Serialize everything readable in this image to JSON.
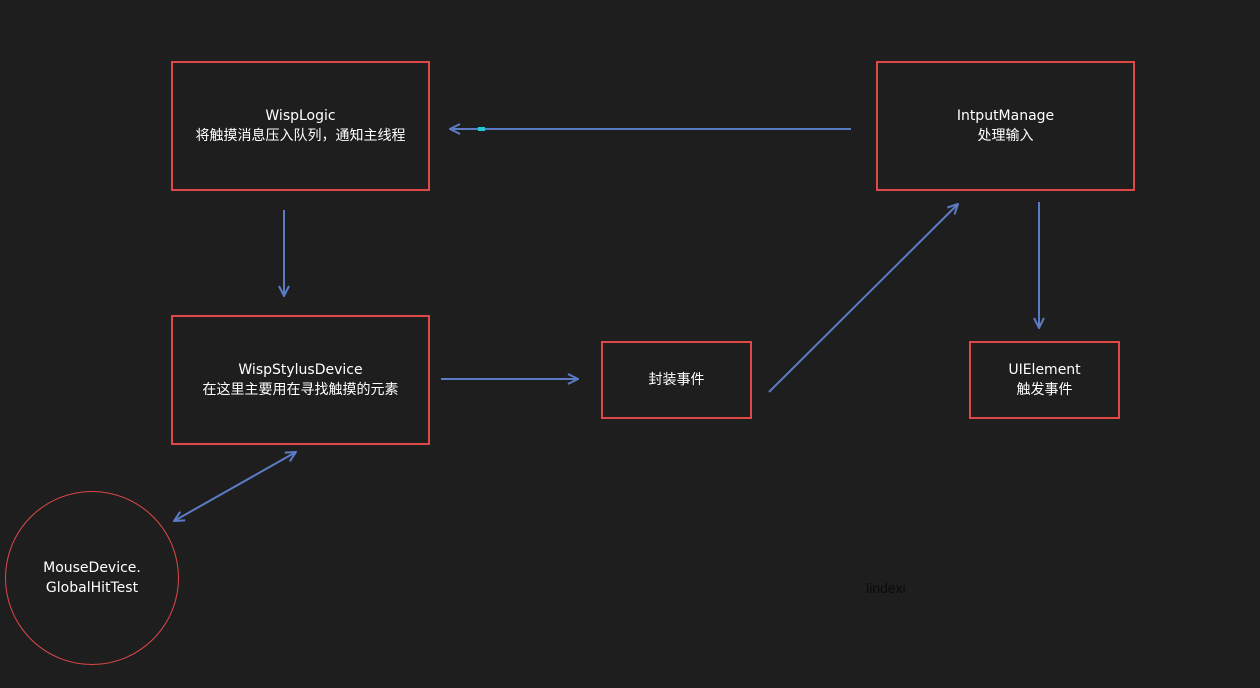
{
  "colors": {
    "background": "#1e1e1e",
    "box_border": "#e04848",
    "arrow": "#5b7cc4",
    "text": "#ffffff"
  },
  "nodes": {
    "wisp_logic": {
      "title": "WispLogic",
      "desc": "将触摸消息压入队列，通知主线程"
    },
    "input_manage": {
      "title": "IntputManage",
      "desc": "处理输入"
    },
    "wisp_stylus_device": {
      "title": "WispStylusDevice",
      "desc": "在这里主要用在寻找触摸的元素"
    },
    "wrap_event": {
      "title": "封装事件"
    },
    "ui_element": {
      "title": "UIElement",
      "desc": "触发事件"
    },
    "mouse_device": {
      "title": "MouseDevice.",
      "desc": "GlobalHitTest"
    }
  },
  "watermark": "lindexi"
}
